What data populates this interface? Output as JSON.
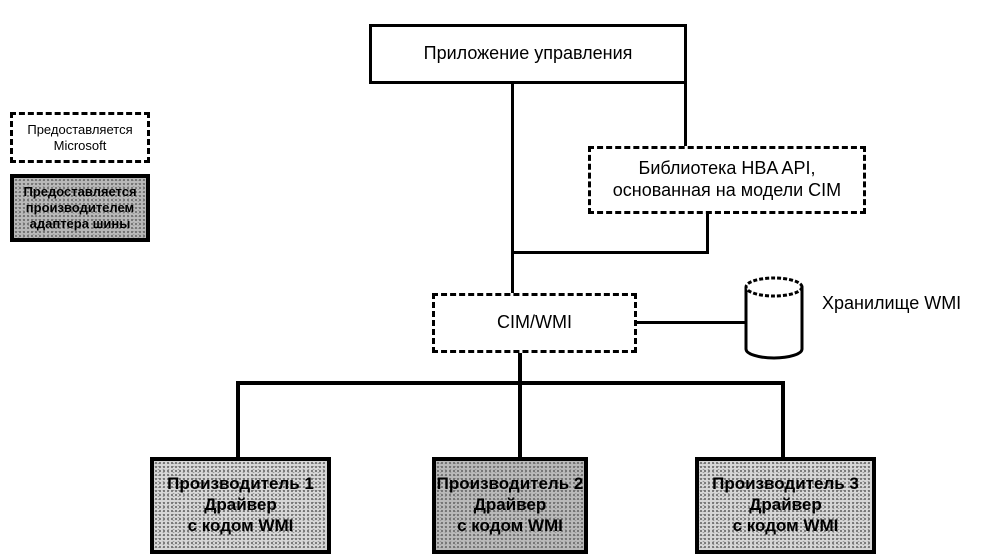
{
  "diagram": {
    "legend": [
      {
        "id": "microsoft",
        "style": "dashed",
        "lines": [
          "Предоставляется",
          "Microsoft"
        ]
      },
      {
        "id": "hba-vendor",
        "style": "hatched",
        "lines": [
          "Предоставляется",
          "производителем",
          "адаптера шины"
        ]
      }
    ],
    "nodes": {
      "management_app": {
        "label": "Приложение управления",
        "style": "solid"
      },
      "hba_api_library": {
        "lines": [
          "Библиотека HBA API,",
          "основанная на модели CIM"
        ],
        "style": "dashed"
      },
      "cim_wmi": {
        "label": "CIM/WMI",
        "style": "dashed"
      },
      "wmi_repository": {
        "label": "Хранилище WMI",
        "shape": "cylinder"
      },
      "vendors": [
        {
          "lines": [
            "Производитель 1",
            "Драйвер",
            "с кодом WMI"
          ],
          "style": "hatched"
        },
        {
          "lines": [
            "Производитель 2",
            "Драйвер",
            "с кодом WMI"
          ],
          "style": "hatched"
        },
        {
          "lines": [
            "Производитель 3",
            "Драйвер",
            "с кодом WMI"
          ],
          "style": "hatched"
        }
      ]
    },
    "edges": [
      {
        "from": "management_app",
        "to": "cim_wmi"
      },
      {
        "from": "management_app",
        "to": "hba_api_library"
      },
      {
        "from": "hba_api_library",
        "to": "cim_wmi"
      },
      {
        "from": "cim_wmi",
        "to": "wmi_repository"
      },
      {
        "from": "cim_wmi",
        "to": "vendor_1"
      },
      {
        "from": "cim_wmi",
        "to": "vendor_2"
      },
      {
        "from": "cim_wmi",
        "to": "vendor_3"
      }
    ]
  }
}
